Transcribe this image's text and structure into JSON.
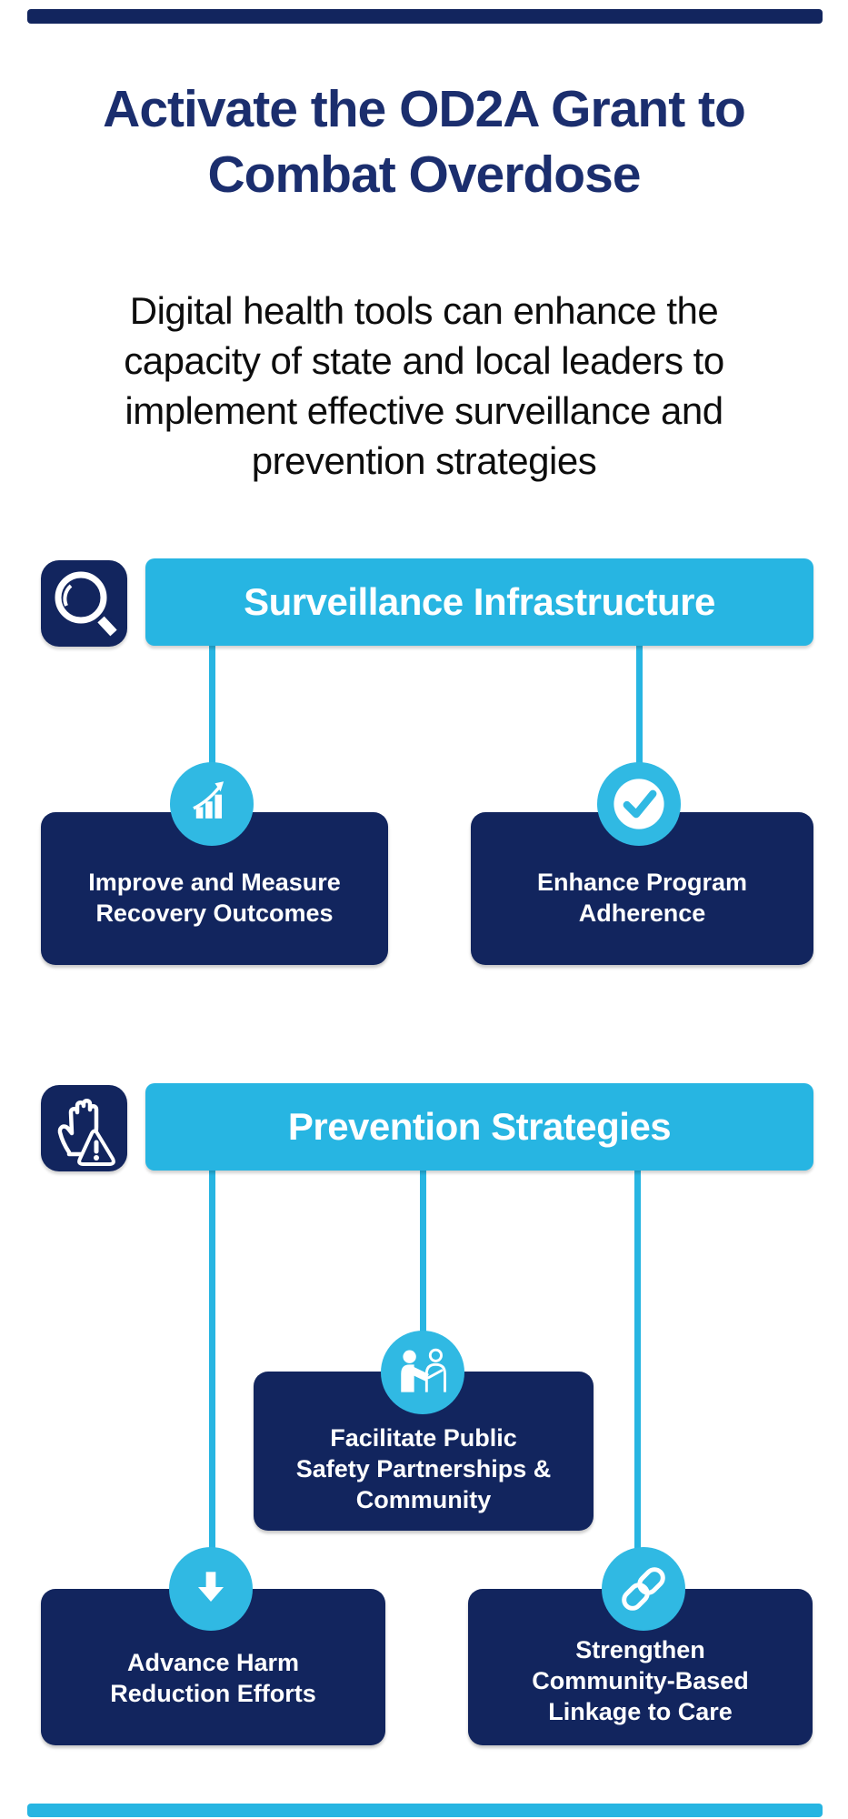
{
  "colors": {
    "navy": "#12255E",
    "title_navy": "#1B2E6E",
    "cyan": "#27B5E2",
    "circle_cyan": "#30B9E3",
    "white": "#FFFFFF",
    "text_black": "#0D0D0D"
  },
  "header": {
    "title": "Activate the OD2A Grant to\nCombat Overdose",
    "subtitle": "Digital health tools can enhance the\ncapacity of state and local leaders to\nimplement effective surveillance and\nprevention strategies"
  },
  "sections": [
    {
      "banner": "Surveillance Infrastructure",
      "icon": "magnifier-icon",
      "items": [
        {
          "label": "Improve and Measure\nRecovery Outcomes",
          "icon": "growth-chart-icon"
        },
        {
          "label": "Enhance Program\nAdherence",
          "icon": "checkmark-icon"
        }
      ]
    },
    {
      "banner": "Prevention Strategies",
      "icon": "hand-warning-icon",
      "items": [
        {
          "label": "Facilitate Public\nSafety Partnerships &\nCommunity",
          "icon": "partnership-icon"
        },
        {
          "label": "Advance Harm\nReduction Efforts",
          "icon": "down-arrow-icon"
        },
        {
          "label": "Strengthen\nCommunity-Based\nLinkage to Care",
          "icon": "chain-link-icon"
        }
      ]
    }
  ]
}
